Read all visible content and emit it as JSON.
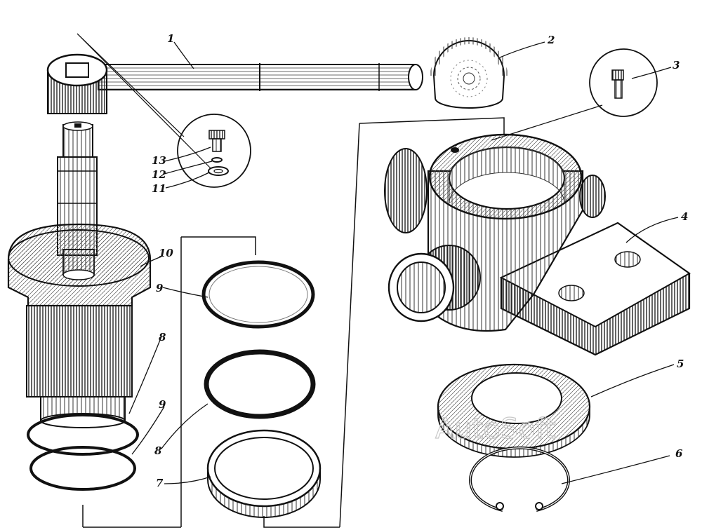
{
  "watermark": "AutoSoft",
  "callouts": [
    "1",
    "2",
    "3",
    "4",
    "5",
    "6",
    "7",
    "8",
    "8",
    "9",
    "9",
    "10",
    "11",
    "12",
    "13"
  ],
  "colors": {
    "ink": "#1a1a1a",
    "paper": "#ffffff",
    "shade": "#9a9a9a"
  }
}
